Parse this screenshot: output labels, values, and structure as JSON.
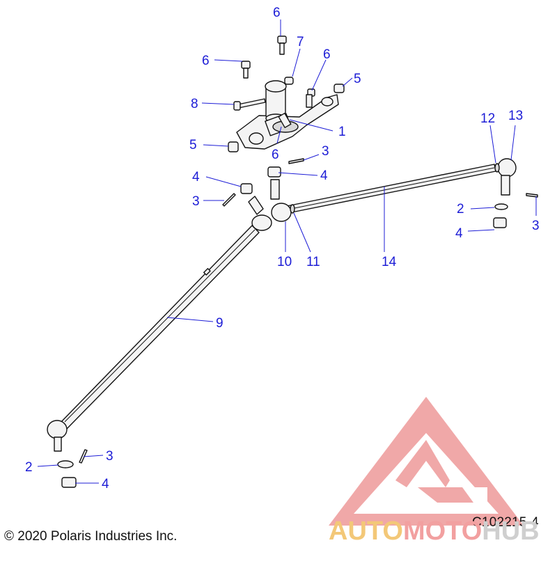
{
  "colors": {
    "callout": "#1c1cd6",
    "line": "#111111",
    "part_fill": "#f4f4f4",
    "watermark_red": "#ee9a9a",
    "watermark_orange": "#f3c878",
    "watermark_gray": "#cfcfcf"
  },
  "callouts": [
    {
      "id": "c1",
      "label": "1"
    },
    {
      "id": "c2a",
      "label": "2"
    },
    {
      "id": "c2b",
      "label": "2"
    },
    {
      "id": "c3a",
      "label": "3"
    },
    {
      "id": "c3b",
      "label": "3"
    },
    {
      "id": "c3c",
      "label": "3"
    },
    {
      "id": "c3d",
      "label": "3"
    },
    {
      "id": "c4a",
      "label": "4"
    },
    {
      "id": "c4b",
      "label": "4"
    },
    {
      "id": "c4c",
      "label": "4"
    },
    {
      "id": "c4d",
      "label": "4"
    },
    {
      "id": "c5a",
      "label": "5"
    },
    {
      "id": "c5b",
      "label": "5"
    },
    {
      "id": "c6a",
      "label": "6"
    },
    {
      "id": "c6b",
      "label": "6"
    },
    {
      "id": "c6c",
      "label": "6"
    },
    {
      "id": "c6d",
      "label": "6"
    },
    {
      "id": "c7",
      "label": "7"
    },
    {
      "id": "c8",
      "label": "8"
    },
    {
      "id": "c9",
      "label": "9"
    },
    {
      "id": "c10",
      "label": "10"
    },
    {
      "id": "c11",
      "label": "11"
    },
    {
      "id": "c12",
      "label": "12"
    },
    {
      "id": "c13",
      "label": "13"
    },
    {
      "id": "c14",
      "label": "14"
    }
  ],
  "footer": {
    "copyright": "© 2020 Polaris Industries Inc.",
    "drawing_id": "C102215-4"
  },
  "watermark": {
    "part1": "AUTO",
    "part2": "MOTO",
    "part3": "HUB"
  }
}
